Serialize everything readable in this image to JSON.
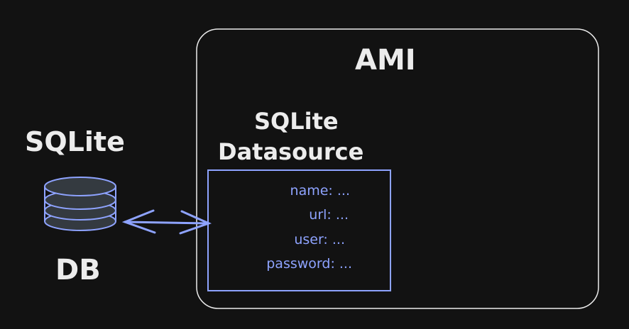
{
  "ami": {
    "title": "AMI"
  },
  "db": {
    "label_top": "SQLite",
    "label_bottom": "DB"
  },
  "datasource": {
    "title_line1": "SQLite",
    "title_line2": "Datasource",
    "fields": [
      "name: ...",
      "url: ...",
      "user: ...",
      "password: ..."
    ]
  },
  "colors": {
    "background": "#121212",
    "stroke": "#ececec",
    "accent": "#8ea3ff",
    "fill": "#343a40"
  }
}
